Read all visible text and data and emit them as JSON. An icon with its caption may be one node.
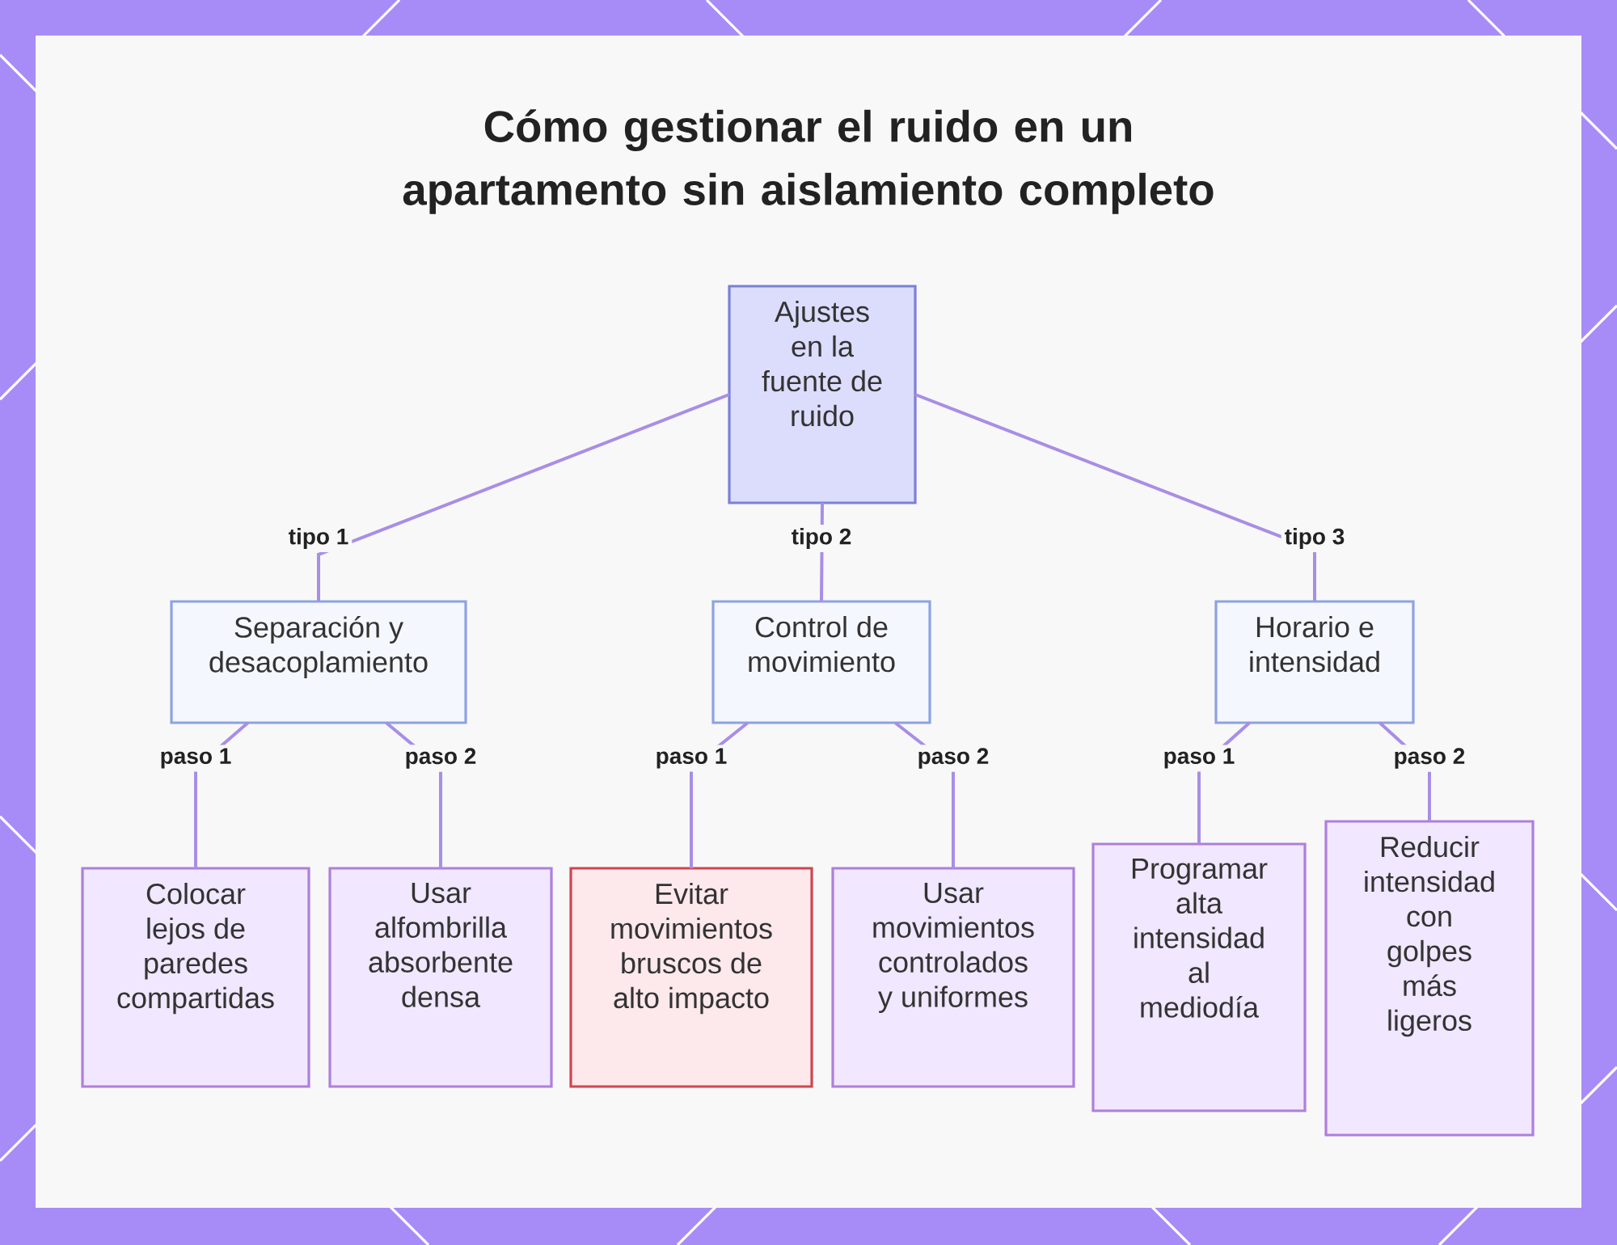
{
  "diagram": {
    "title": "Cómo gestionar el ruido en un apartamento sin aislamiento completo",
    "nodes": [
      {
        "text": [
          "Ajustes en la fuente de ruido"
        ]
      },
      {
        "text": [
          "Separación y desacoplamiento"
        ]
      },
      {
        "text": [
          "Control de movimiento"
        ]
      },
      {
        "text": [
          "Horario e intensidad"
        ]
      },
      {
        "text": [
          "Colocar lejos de paredes compartidas"
        ]
      },
      {
        "text": [
          "Usar alfombrilla absorbente densa"
        ]
      },
      {
        "text": [
          "Evitar movimientos bruscos de alto impacto"
        ]
      },
      {
        "text": [
          "Usar movimientos controlados y uniformes"
        ]
      },
      {
        "text": [
          "Programar alta intensidad al mediodía"
        ]
      },
      {
        "text": [
          "Reducir intensidad con golpes más ligeros"
        ]
      }
    ],
    "edges": [
      {
        "from": 0,
        "to": 1,
        "arrow": "none",
        "label": "tipo 1"
      },
      {
        "from": 0,
        "to": 2,
        "arrow": "none",
        "label": "tipo 2"
      },
      {
        "from": 0,
        "to": 3,
        "arrow": "none",
        "label": "tipo 3"
      },
      {
        "from": 1,
        "to": 4,
        "arrow": "none",
        "label": "paso 1"
      },
      {
        "from": 1,
        "to": 5,
        "arrow": "none",
        "label": "paso 2"
      },
      {
        "from": 2,
        "to": 6,
        "arrow": "none",
        "label": "paso 1"
      },
      {
        "from": 2,
        "to": 7,
        "arrow": "none",
        "label": "paso 2"
      },
      {
        "from": 3,
        "to": 8,
        "arrow": "none",
        "label": "paso 1"
      },
      {
        "from": 3,
        "to": 9,
        "arrow": "none",
        "label": "paso 2"
      }
    ]
  }
}
